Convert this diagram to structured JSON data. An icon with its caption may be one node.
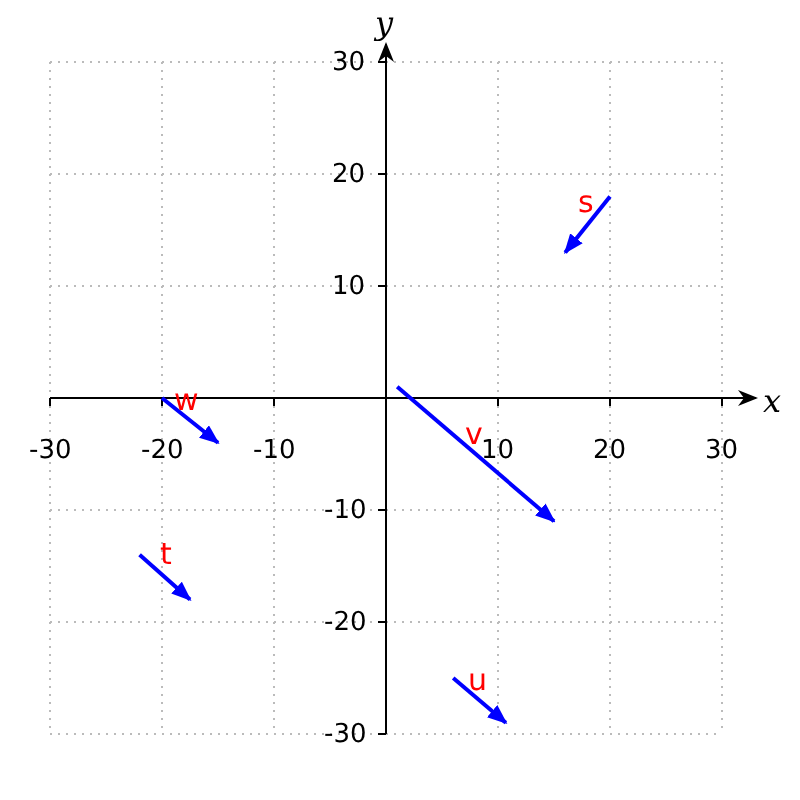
{
  "diagram": {
    "labels": [
      "y",
      "30",
      "20",
      "s",
      "10",
      "w",
      "x",
      "-30",
      "-20",
      "-10",
      "10",
      "20",
      "30",
      "v",
      "-10",
      "t",
      "-20",
      "u",
      "-30"
    ]
  }
}
